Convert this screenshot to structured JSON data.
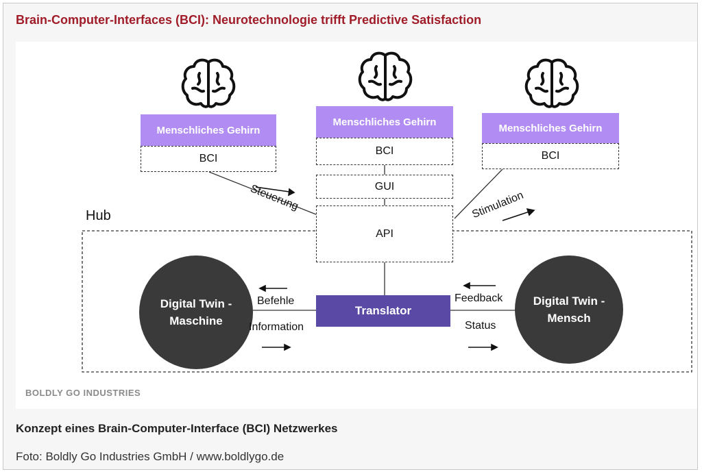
{
  "page": {
    "title": "Brain-Computer-Interfaces (BCI): Neurotechnologie trifft Predictive Satisfaction",
    "caption": "Konzept eines Brain-Computer-Interface (BCI) Netzwerkes",
    "credit": "Foto: Boldly Go Industries GmbH / www.boldlygo.de"
  },
  "diagram": {
    "brains": [
      {
        "label": "Menschliches Gehirn",
        "bci": "BCI"
      },
      {
        "label": "Menschliches Gehirn",
        "bci": "BCI",
        "gui": "GUI"
      },
      {
        "label": "Menschliches Gehirn",
        "bci": "BCI"
      }
    ],
    "api": "API",
    "hub": "Hub",
    "translator": "Translator",
    "twin_machine": "Digital Twin - Maschine",
    "twin_human": "Digital Twin - Mensch",
    "edges": {
      "steuerung": "Steuerung",
      "stimulation": "Stimulation",
      "befehle": "Befehle",
      "information": "Information",
      "feedback": "Feedback",
      "status": "Status"
    },
    "watermark": "BOLDLY GO INDUSTRIES",
    "icon": "brain-icon"
  }
}
